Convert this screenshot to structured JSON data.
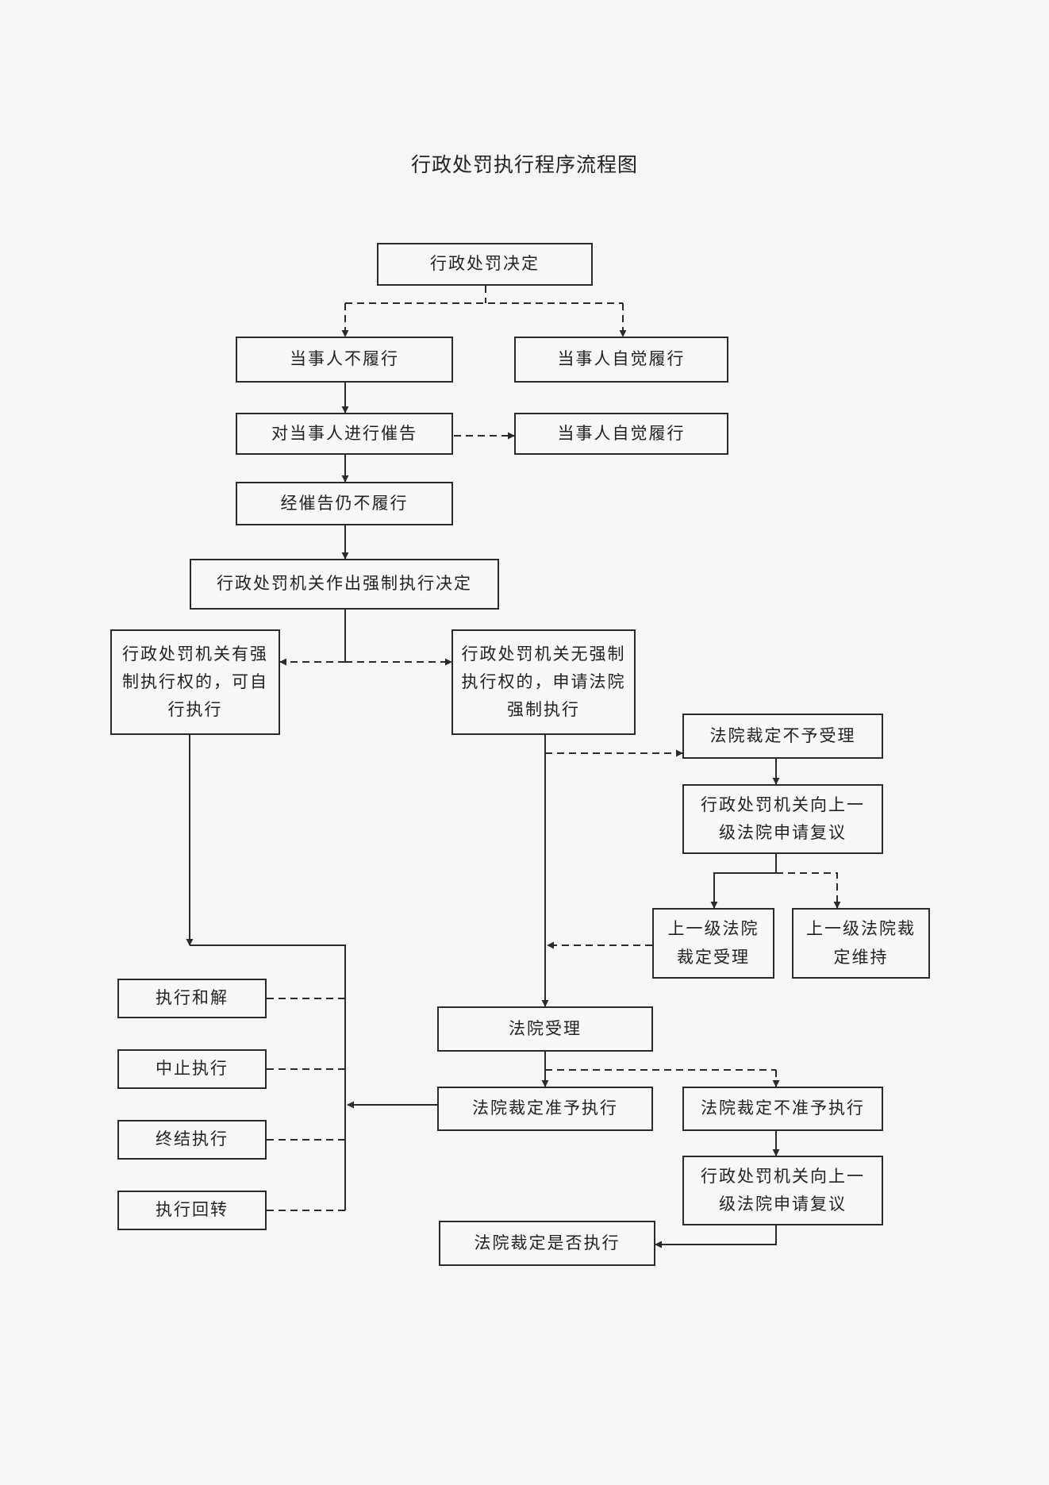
{
  "title": "行政处罚执行程序流程图",
  "nodes": {
    "decision": "行政处罚决定",
    "party_not_perform": "当事人不履行",
    "party_perform_1": "当事人自觉履行",
    "urge_party": "对当事人进行催告",
    "party_perform_2": "当事人自觉履行",
    "still_not_perform": "经催告仍不履行",
    "enforcement_decision": "行政处罚机关作出强制执行决定",
    "self_enforce": "行政处罚机关有强制执行权的，可自行执行",
    "apply_court": "行政处罚机关无强制执行权的，申请法院强制执行",
    "court_reject_case": "法院裁定不予受理",
    "review_1": "行政处罚机关向上一级法院申请复议",
    "higher_accept": "上一级法院裁定受理",
    "higher_uphold": "上一级法院裁定维持",
    "reconcile": "执行和解",
    "suspend": "中止执行",
    "terminate": "终结执行",
    "reverse": "执行回转",
    "court_accept": "法院受理",
    "court_allow": "法院裁定准予执行",
    "court_deny": "法院裁定不准予执行",
    "review_2": "行政处罚机关向上一级法院申请复议",
    "court_whether": "法院裁定是否执行"
  }
}
